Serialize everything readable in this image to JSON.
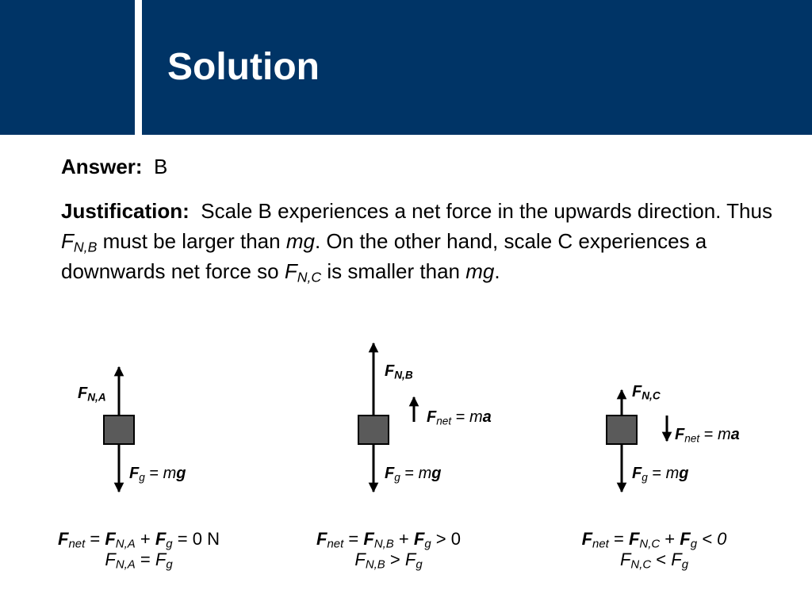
{
  "slide": {
    "title": "Solution",
    "answer_label": "Answer:",
    "answer_value": "B",
    "justification_label": "Justification:",
    "justification_text_1": "Scale B experiences a net force in the upwards direction.  Thus",
    "justification_text_2": "must be larger than",
    "justification_text_3": ".  On the other hand, scale C experiences a downwards net force so",
    "justification_text_4": "is smaller than",
    "justification_text_5": ".",
    "F": "F",
    "sub_NB": "N,B",
    "sub_NC": "N,C",
    "mg": "mg"
  },
  "sym": {
    "F": "F",
    "m": "m",
    "g": "g",
    "a": "a",
    "net": "net",
    "NA": "N,A",
    "NB": "N,B",
    "NC": "N,C",
    "eq": "=",
    "plus": "+",
    "gt": ">",
    "lt": "<",
    "zero": "0",
    "unitN": "N"
  },
  "colors": {
    "header": "#003466",
    "block": "#5a5a5a"
  }
}
